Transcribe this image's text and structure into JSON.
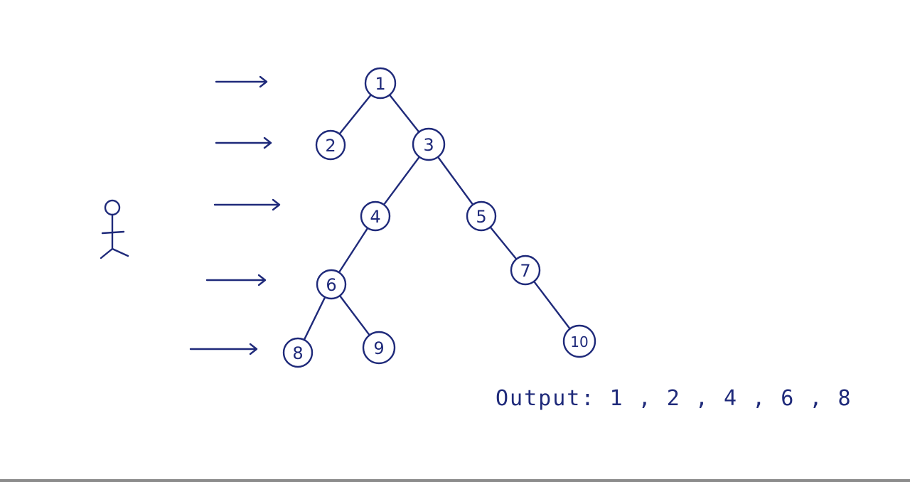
{
  "colors": {
    "ink": "#1f2a7a",
    "paper": "#ffffff"
  },
  "icons": {
    "viewer": "stick-figure-icon",
    "level_arrow": "arrow-right-icon"
  },
  "tree": {
    "nodes": [
      {
        "id": "n1",
        "label": "1"
      },
      {
        "id": "n2",
        "label": "2"
      },
      {
        "id": "n3",
        "label": "3"
      },
      {
        "id": "n4",
        "label": "4"
      },
      {
        "id": "n5",
        "label": "5"
      },
      {
        "id": "n6",
        "label": "6"
      },
      {
        "id": "n7",
        "label": "7"
      },
      {
        "id": "n8",
        "label": "8"
      },
      {
        "id": "n9",
        "label": "9"
      },
      {
        "id": "n10",
        "label": "10"
      }
    ],
    "edges": [
      [
        "n1",
        "n2"
      ],
      [
        "n1",
        "n3"
      ],
      [
        "n3",
        "n4"
      ],
      [
        "n3",
        "n5"
      ],
      [
        "n4",
        "n6"
      ],
      [
        "n5",
        "n7"
      ],
      [
        "n6",
        "n8"
      ],
      [
        "n6",
        "n9"
      ],
      [
        "n7",
        "n10"
      ]
    ]
  },
  "output": {
    "text": "Output: 1 , 2 , 4 , 6 , 8"
  }
}
